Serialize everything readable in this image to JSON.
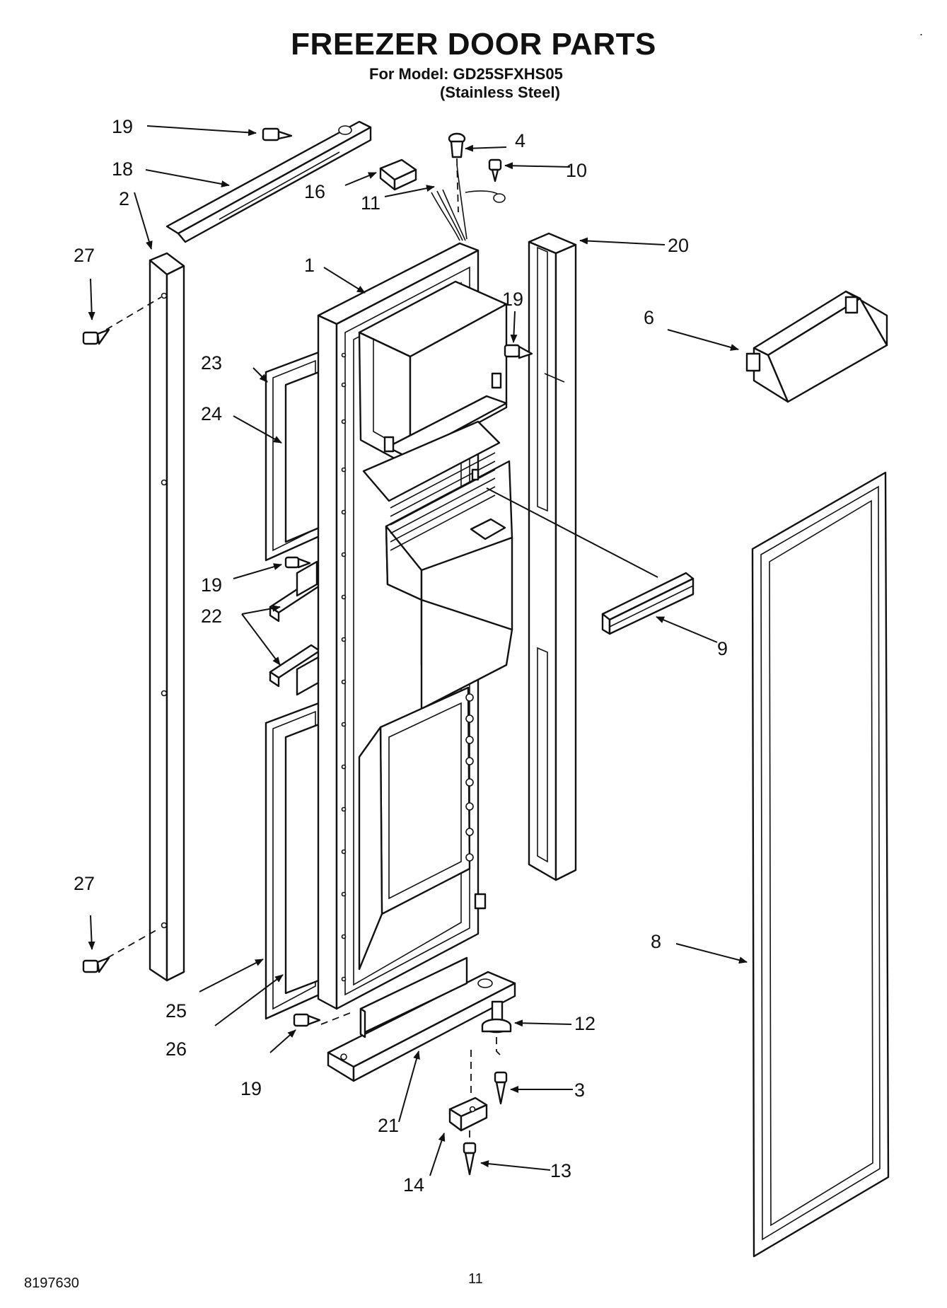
{
  "header": {
    "title": "FREEZER DOOR PARTS",
    "model_line": "For Model: GD25SFXHS05",
    "model_finish": "(Stainless Steel)",
    "corner_mark": "."
  },
  "callouts": [
    {
      "id": "c1",
      "label": "1"
    },
    {
      "id": "c2",
      "label": "2"
    },
    {
      "id": "c3",
      "label": "3"
    },
    {
      "id": "c4",
      "label": "4"
    },
    {
      "id": "c6",
      "label": "6"
    },
    {
      "id": "c8",
      "label": "8"
    },
    {
      "id": "c9",
      "label": "9"
    },
    {
      "id": "c10",
      "label": "10"
    },
    {
      "id": "c11",
      "label": "11"
    },
    {
      "id": "c12",
      "label": "12"
    },
    {
      "id": "c13",
      "label": "13"
    },
    {
      "id": "c14",
      "label": "14"
    },
    {
      "id": "c16",
      "label": "16"
    },
    {
      "id": "c18",
      "label": "18"
    },
    {
      "id": "c19a",
      "label": "19"
    },
    {
      "id": "c19b",
      "label": "19"
    },
    {
      "id": "c19c",
      "label": "19"
    },
    {
      "id": "c19d",
      "label": "19"
    },
    {
      "id": "c20",
      "label": "20"
    },
    {
      "id": "c21",
      "label": "21"
    },
    {
      "id": "c22",
      "label": "22"
    },
    {
      "id": "c23",
      "label": "23"
    },
    {
      "id": "c24",
      "label": "24"
    },
    {
      "id": "c25",
      "label": "25"
    },
    {
      "id": "c26",
      "label": "26"
    },
    {
      "id": "c27a",
      "label": "27"
    },
    {
      "id": "c27b",
      "label": "27"
    }
  ],
  "footer": {
    "doc_number": "8197630",
    "page_number": "11"
  }
}
